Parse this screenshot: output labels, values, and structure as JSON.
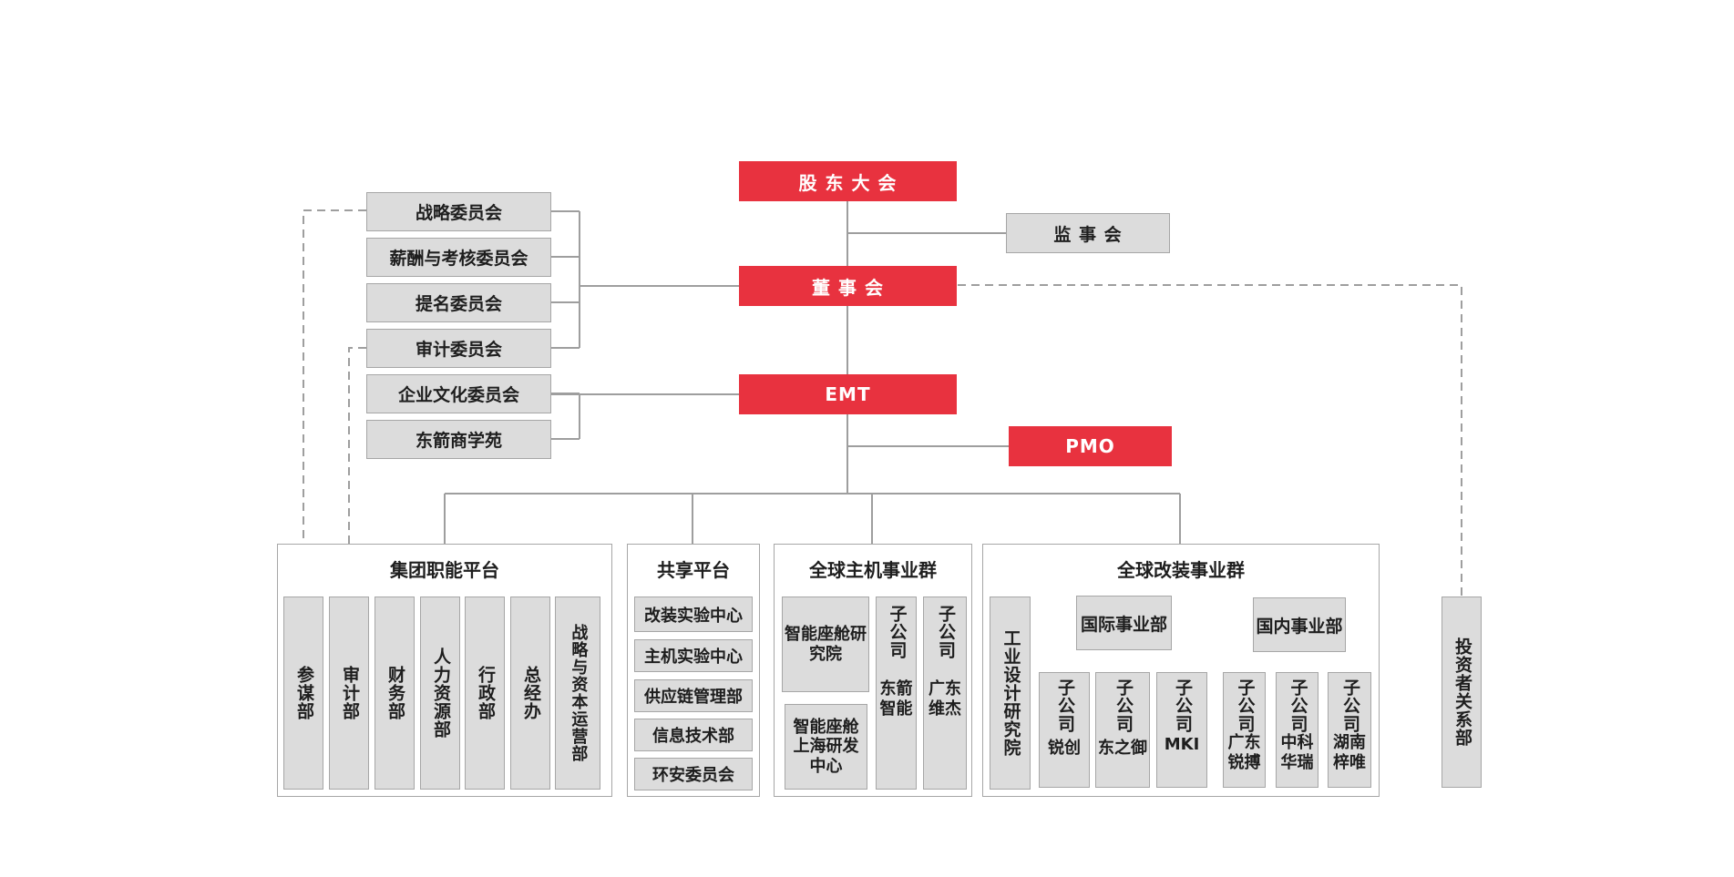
{
  "top": {
    "shareholders": "股 东 大 会",
    "supervisors": "监 事 会",
    "board": "董 事 会",
    "emt": "EMT",
    "pmo": "PMO"
  },
  "committees": [
    "战略委员会",
    "薪酬与考核委员会",
    "提名委员会",
    "审计委员会"
  ],
  "emt_committees": [
    "企业文化委员会",
    "东箭商学苑"
  ],
  "group_platform": {
    "title": "集团职能平台",
    "depts": [
      "参谋部",
      "审计部",
      "财务部",
      "人力资源部",
      "行政部",
      "总经办",
      "战略与资本运营部"
    ]
  },
  "shared_platform": {
    "title": "共享平台",
    "items": [
      "改装实验中心",
      "主机实验中心",
      "供应链管理部",
      "信息技术部",
      "环安委员会"
    ]
  },
  "oem_group": {
    "title": "全球主机事业群",
    "research": [
      "智能座舱研究院",
      "智能座舱上海研发中心"
    ],
    "subsidiary_label": "子公司",
    "subsidiaries": [
      "东箭智能",
      "广东维杰"
    ]
  },
  "aftermarket_group": {
    "title": "全球改装事业群",
    "institute": "工业设计研究院",
    "intl_dept": "国际事业部",
    "domestic_dept": "国内事业部",
    "subsidiary_label": "子公司",
    "intl_subs": [
      "锐创",
      "东之御",
      "MKI"
    ],
    "domestic_subs": [
      "广东锐搏",
      "中科华瑞",
      "湖南梓唯"
    ]
  },
  "investor_relations": "投资者关系部",
  "colors": {
    "accent_red": "#e8323f",
    "box_gray": "#dcdcdc",
    "line_gray": "#9e9e9e"
  }
}
